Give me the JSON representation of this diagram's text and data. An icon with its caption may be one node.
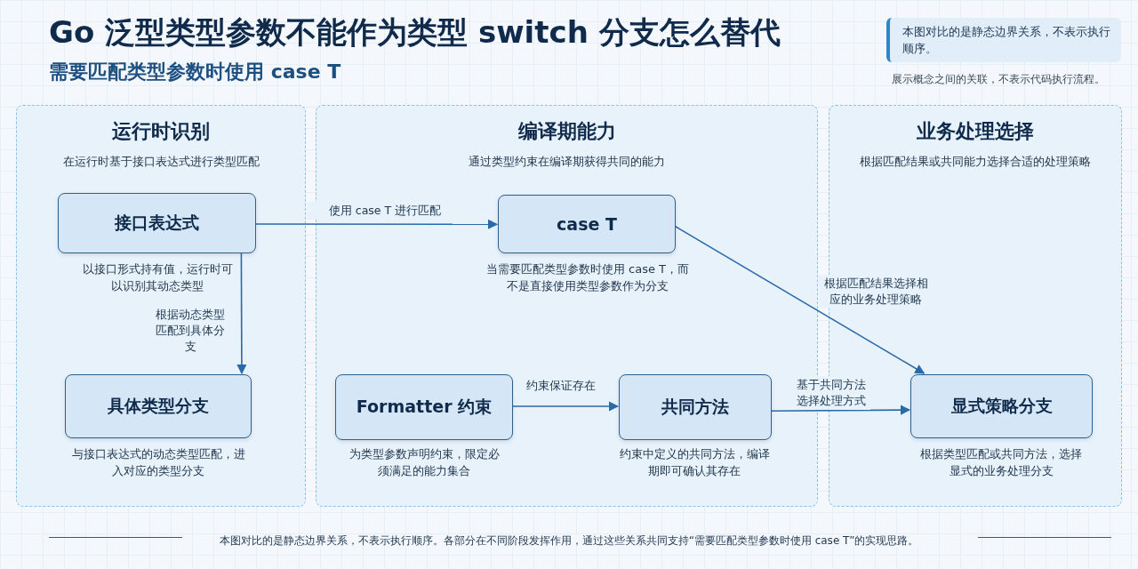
{
  "diagram": {
    "title": "Go 泛型类型参数不能作为类型 switch 分支怎么替代",
    "caption": "本图对比的是静态边界关系，不表示执行顺序。各部分在不同阶段发挥作用，通过这些关系共同支持“需要匹配类型参数时使用 case T”的实现思路。",
    "nodes": [
      {
        "text": [
          "运行时识别",
          "在运行时基于接口表达式进行类型匹配"
        ]
      },
      {
        "text": [
          "接口表达式"
        ],
        "in": 0,
        "beside": [
          "以接口形式持有值，运行时可以识别其动态类型"
        ]
      },
      {
        "text": [
          "具体类型分支"
        ],
        "in": 0,
        "beside": [
          "与接口表达式的动态类型匹配，进入对应的类型分支"
        ]
      },
      {
        "text": [
          "编译期能力",
          "通过类型约束在编译期获得共同的能力"
        ]
      },
      {
        "text": [
          "case T"
        ],
        "in": 3,
        "beside": [
          "当需要匹配类型参数时使用 case T，而不是直接使用类型参数作为分支"
        ]
      },
      {
        "text": [
          "Formatter 约束"
        ],
        "in": 3,
        "beside": [
          "为类型参数声明约束，限定必须满足的能力集合"
        ]
      },
      {
        "text": [
          "共同方法"
        ],
        "in": 3,
        "beside": [
          "约束中定义的共同方法，编译期即可确认其存在"
        ]
      },
      {
        "text": [
          "业务处理选择",
          "根据匹配结果或共同能力选择合适的处理策略"
        ]
      },
      {
        "text": [
          "显式策略分支"
        ],
        "in": 7,
        "beside": [
          "根据类型匹配或共同方法，选择显式的业务处理分支"
        ]
      }
    ],
    "edges": [
      {
        "from": 1,
        "to": 2,
        "arrow": "to",
        "label": "根据动态类型匹配到具体分支"
      },
      {
        "from": 1,
        "to": 4,
        "arrow": "to",
        "label": "使用 case T 进行匹配"
      },
      {
        "from": 4,
        "to": 8,
        "arrow": "to",
        "label": "根据匹配结果选择相应的业务处理策略"
      },
      {
        "from": 5,
        "to": 6,
        "arrow": "to",
        "label": "约束保证存在"
      },
      {
        "from": 6,
        "to": 8,
        "arrow": "to",
        "label": "基于共同方法选择处理方式"
      }
    ],
    "labels": [
      "需要匹配类型参数时使用 case T",
      "本图对比的是静态边界关系，不表示执行顺序。",
      "展示概念之间的关联，不表示代码执行流程。"
    ]
  }
}
